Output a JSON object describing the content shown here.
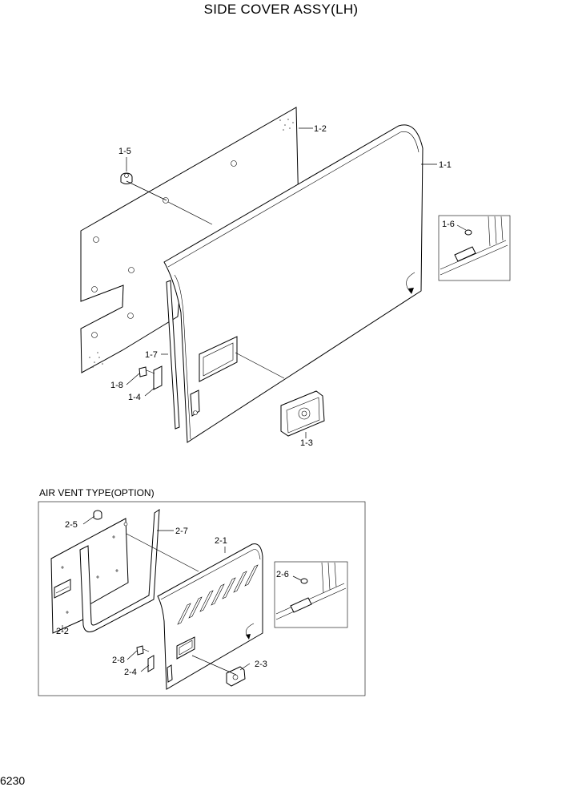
{
  "title": "SIDE COVER ASSY(LH)",
  "section_label": "AIR VENT TYPE(OPTION)",
  "page_number": "6230",
  "callouts": {
    "c1_1": "1-1",
    "c1_2": "1-2",
    "c1_3": "1-3",
    "c1_4": "1-4",
    "c1_5": "1-5",
    "c1_6": "1-6",
    "c1_7": "1-7",
    "c1_8": "1-8",
    "c2_1": "2-1",
    "c2_2": "2-2",
    "c2_3": "2-3",
    "c2_4": "2-4",
    "c2_5": "2-5",
    "c2_6": "2-6",
    "c2_7": "2-7",
    "c2_8": "2-8"
  }
}
